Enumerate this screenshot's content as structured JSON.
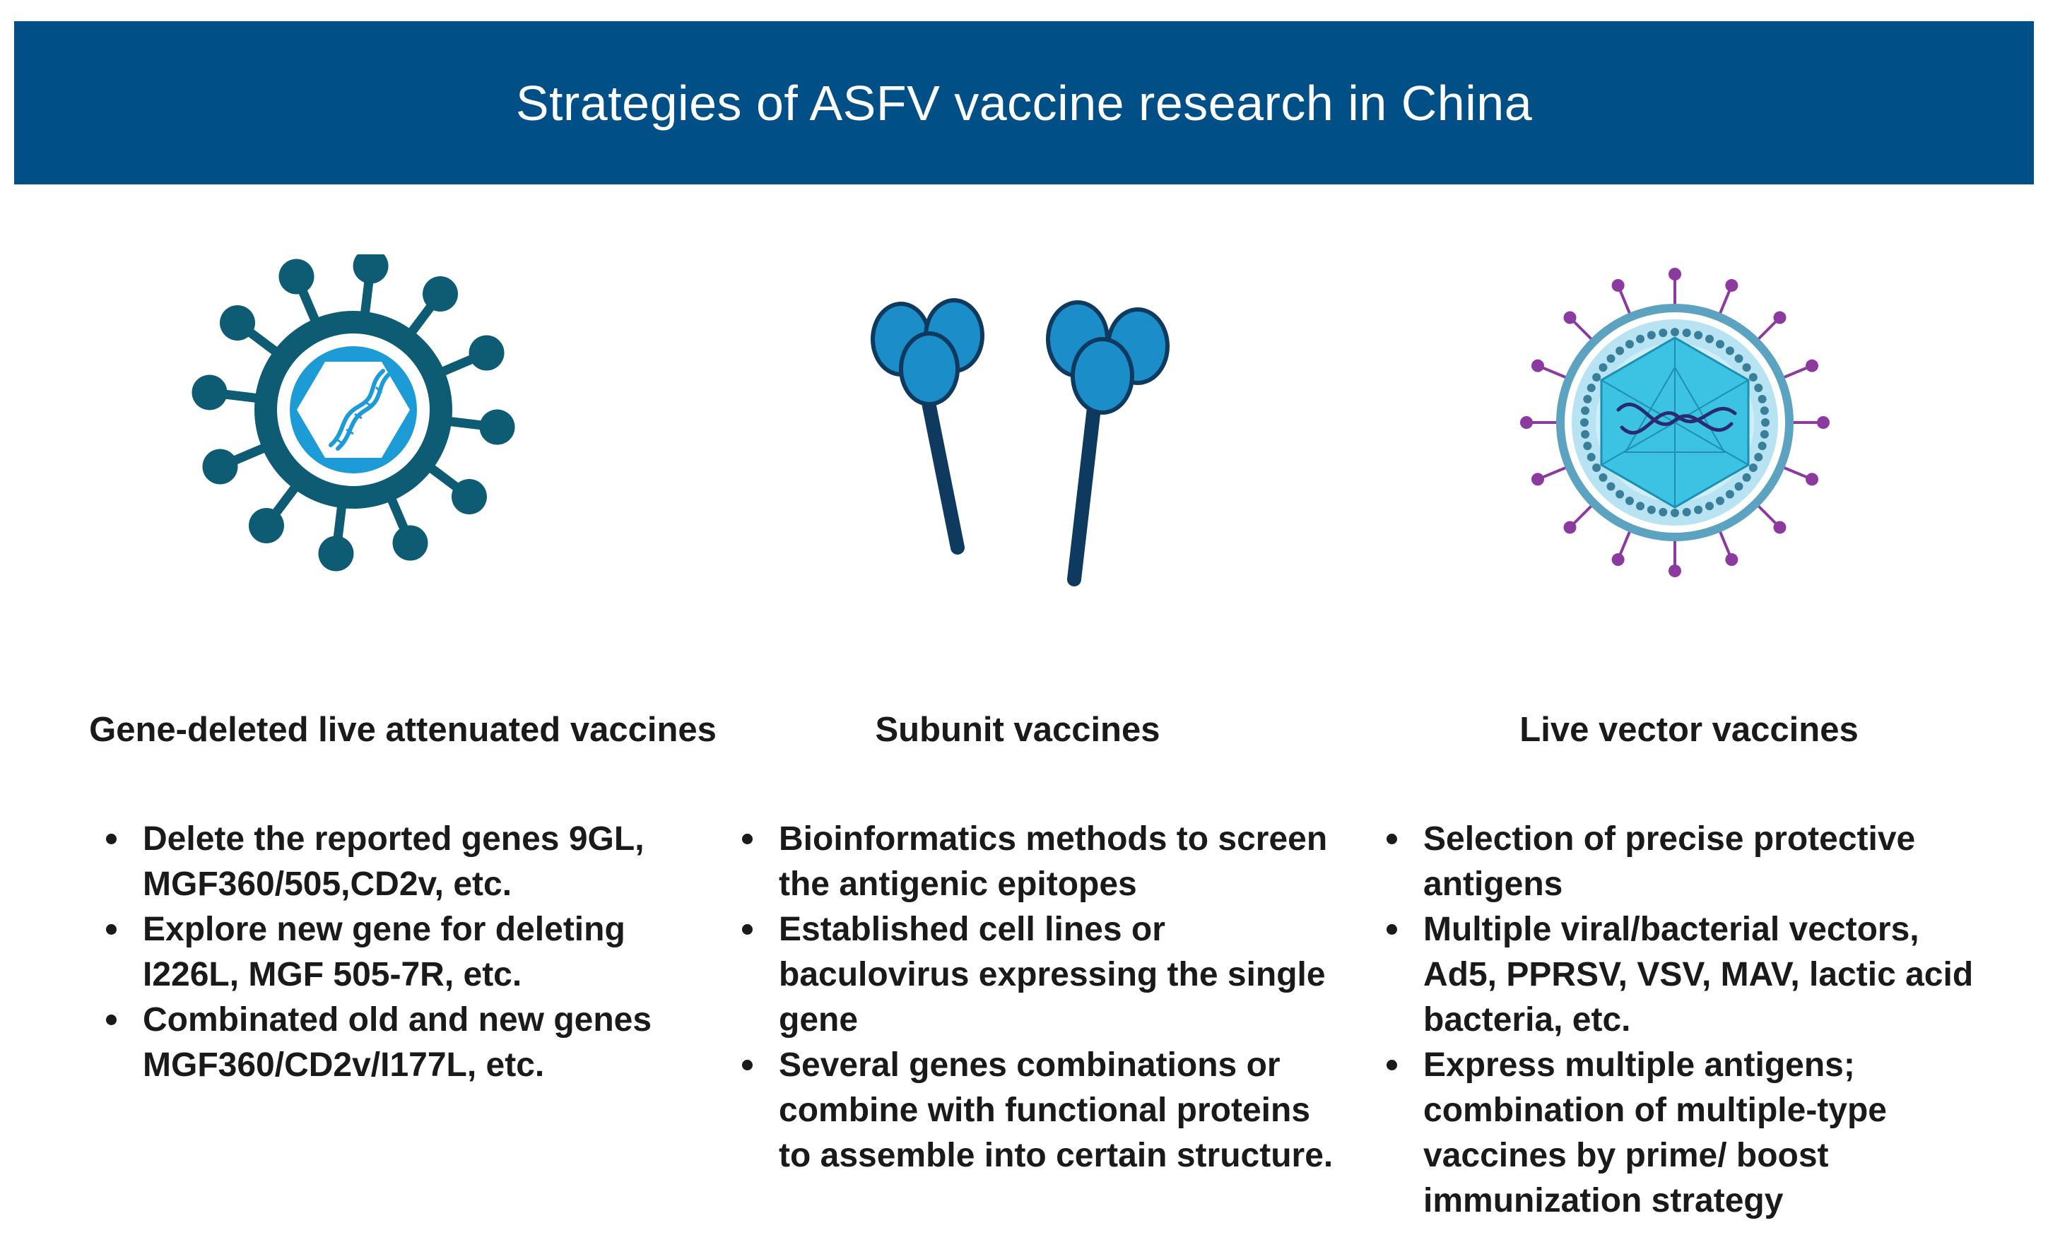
{
  "header": {
    "title": "Strategies of ASFV vaccine research in China"
  },
  "columns": [
    {
      "heading": "Gene-deleted live attenuated vaccines",
      "icon": "gene-deleted-virus-icon",
      "bullets": [
        "Delete the reported genes 9GL, MGF360/505,CD2v, etc.",
        "Explore new gene for deleting I226L, MGF 505-7R, etc.",
        "Combinated old and new genes MGF360/CD2v/I177L, etc."
      ]
    },
    {
      "heading": "Subunit vaccines",
      "icon": "subunit-protein-icon",
      "bullets": [
        "Bioinformatics methods to screen the antigenic epitopes",
        "Established cell lines or baculovirus expressing the single gene",
        "Several genes combinations or combine with functional proteins to assemble into certain structure."
      ]
    },
    {
      "heading": "Live vector vaccines",
      "icon": "live-vector-virus-icon",
      "bullets": [
        "Selection of precise protective antigens",
        "Multiple viral/bacterial vectors, Ad5, PPRSV, VSV, MAV, lactic acid bacteria, etc.",
        "Express multiple antigens; combination of multiple-type vaccines by prime/ boost immunization strategy"
      ]
    }
  ],
  "colors": {
    "header_bg": "#005087",
    "virus_teal": "#0e5c74",
    "virus_inner": "#1d9bd7",
    "protein_blue": "#1b8ec9",
    "protein_stem": "#0d3a5e",
    "vector_purple": "#8d3aa0",
    "vector_shell": "#5ba3c0"
  }
}
